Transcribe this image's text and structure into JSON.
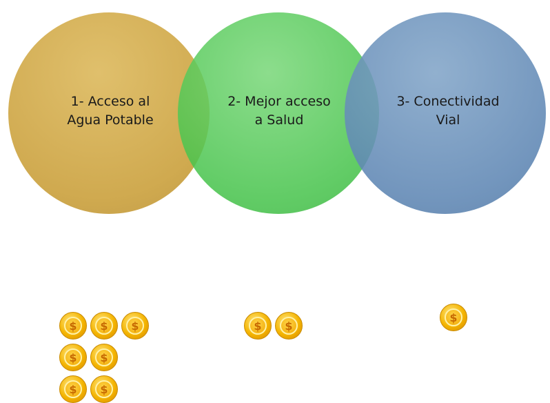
{
  "venn": {
    "circles": [
      {
        "line1": "1- Acceso al",
        "line2": "Agua Potable",
        "color": "#CDA546"
      },
      {
        "line1": "2- Mejor acceso",
        "line2": "a Salud",
        "color": "#46C34B"
      },
      {
        "line1": "3- Conectividad",
        "line2": "Vial",
        "color": "#5F87B4"
      }
    ]
  },
  "coins": {
    "symbol": "$",
    "groups": [
      {
        "count": 7
      },
      {
        "count": 2
      },
      {
        "count": 1
      }
    ]
  }
}
